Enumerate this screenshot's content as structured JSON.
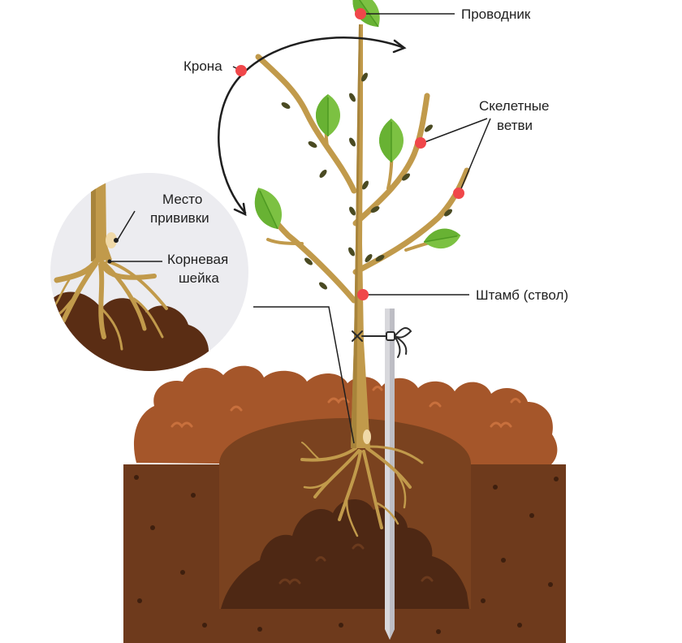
{
  "labels": {
    "leader": "Проводник",
    "crown": "Крона",
    "skeletal_line1": "Скелетные",
    "skeletal_line2": "ветви",
    "graft_line1": "Место",
    "graft_line2": "прививки",
    "collar_line1": "Корневая",
    "collar_line2": "шейка",
    "trunk": "Штамб (ствол)"
  },
  "colors": {
    "marker": "#f0474a",
    "trunk": "#c19a4b",
    "trunk_dark": "#9c7a35",
    "leaf": "#7cc142",
    "leaf_dark": "#5aa12b",
    "bud": "#4a4a22",
    "mound": "#a5562a",
    "mound_light": "#c8703d",
    "soil_side": "#6e3a1c",
    "pit": "#7a421f",
    "pit_fill": "#4e2814",
    "stake": "#d8d8dc",
    "inset_bg": "#ececf0",
    "line": "#1f1f1f"
  }
}
